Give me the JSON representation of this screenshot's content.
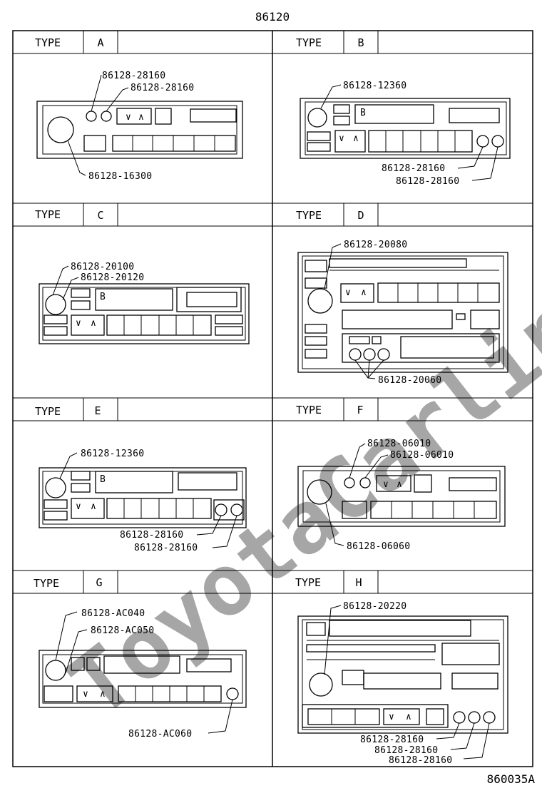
{
  "assembly_number": "86120",
  "figure_code": "860035A",
  "watermark": "ToyotaCarlin.ru",
  "panels": [
    {
      "type_label": "TYPE",
      "type_letter": "A",
      "callouts": [
        "86128-28160",
        "86128-28160",
        "86128-16300"
      ]
    },
    {
      "type_label": "TYPE",
      "type_letter": "B",
      "callouts": [
        "86128-12360",
        "86128-28160",
        "86128-28160"
      ]
    },
    {
      "type_label": "TYPE",
      "type_letter": "C",
      "callouts": [
        "86128-20100",
        "86128-20120"
      ]
    },
    {
      "type_label": "TYPE",
      "type_letter": "D",
      "callouts": [
        "86128-20080",
        "86128-20060"
      ]
    },
    {
      "type_label": "TYPE",
      "type_letter": "E",
      "callouts": [
        "86128-12360",
        "86128-28160",
        "86128-28160"
      ]
    },
    {
      "type_label": "TYPE",
      "type_letter": "F",
      "callouts": [
        "86128-06010",
        "86128-06010",
        "86128-06060"
      ]
    },
    {
      "type_label": "TYPE",
      "type_letter": "G",
      "callouts": [
        "86128-AC040",
        "86128-AC050",
        "86128-AC060"
      ]
    },
    {
      "type_label": "TYPE",
      "type_letter": "H",
      "callouts": [
        "86128-20220",
        "86128-28160",
        "86128-28160",
        "86128-28160"
      ]
    }
  ],
  "button_glyphs": {
    "down": "∨",
    "up": "∧",
    "tape": "B"
  }
}
